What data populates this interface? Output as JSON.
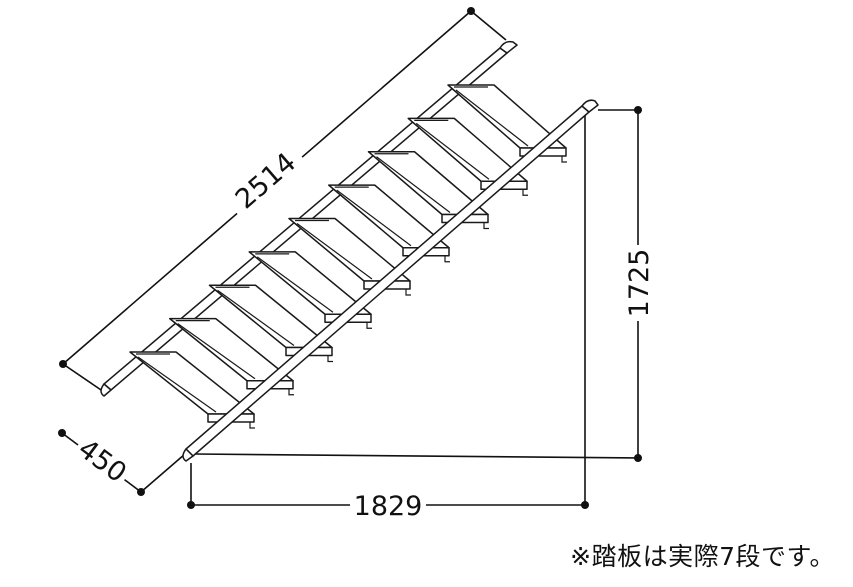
{
  "dimensions": {
    "length": "2514",
    "height": "1725",
    "width": "450",
    "depth": "1829"
  },
  "treads": {
    "count_drawn": 9
  },
  "note": "※踏板は実際7段です。"
}
